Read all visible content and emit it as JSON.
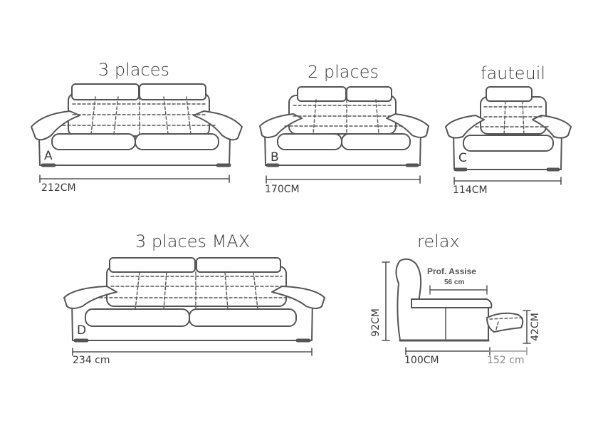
{
  "models": {
    "three": {
      "title": "3 places",
      "letter": "A",
      "width": "212CM"
    },
    "two": {
      "title": "2 places",
      "letter": "B",
      "width": "170CM"
    },
    "armchair": {
      "title": "fauteuil",
      "letter": "C",
      "width": "114CM"
    },
    "max": {
      "title": "3 places MAX",
      "letter": "D",
      "width": "234 cm"
    },
    "relax": {
      "title": "relax",
      "depth_label": "Prof. Assise",
      "depth_value": "56 cm",
      "height": "92CM",
      "seat_height": "42CM",
      "width": "100CM",
      "extended_width": "152 cm"
    }
  },
  "colors": {
    "line": "#555555",
    "fill": "#ffffff",
    "text": "#3a3a3a",
    "muted": "#8a8a8a"
  }
}
